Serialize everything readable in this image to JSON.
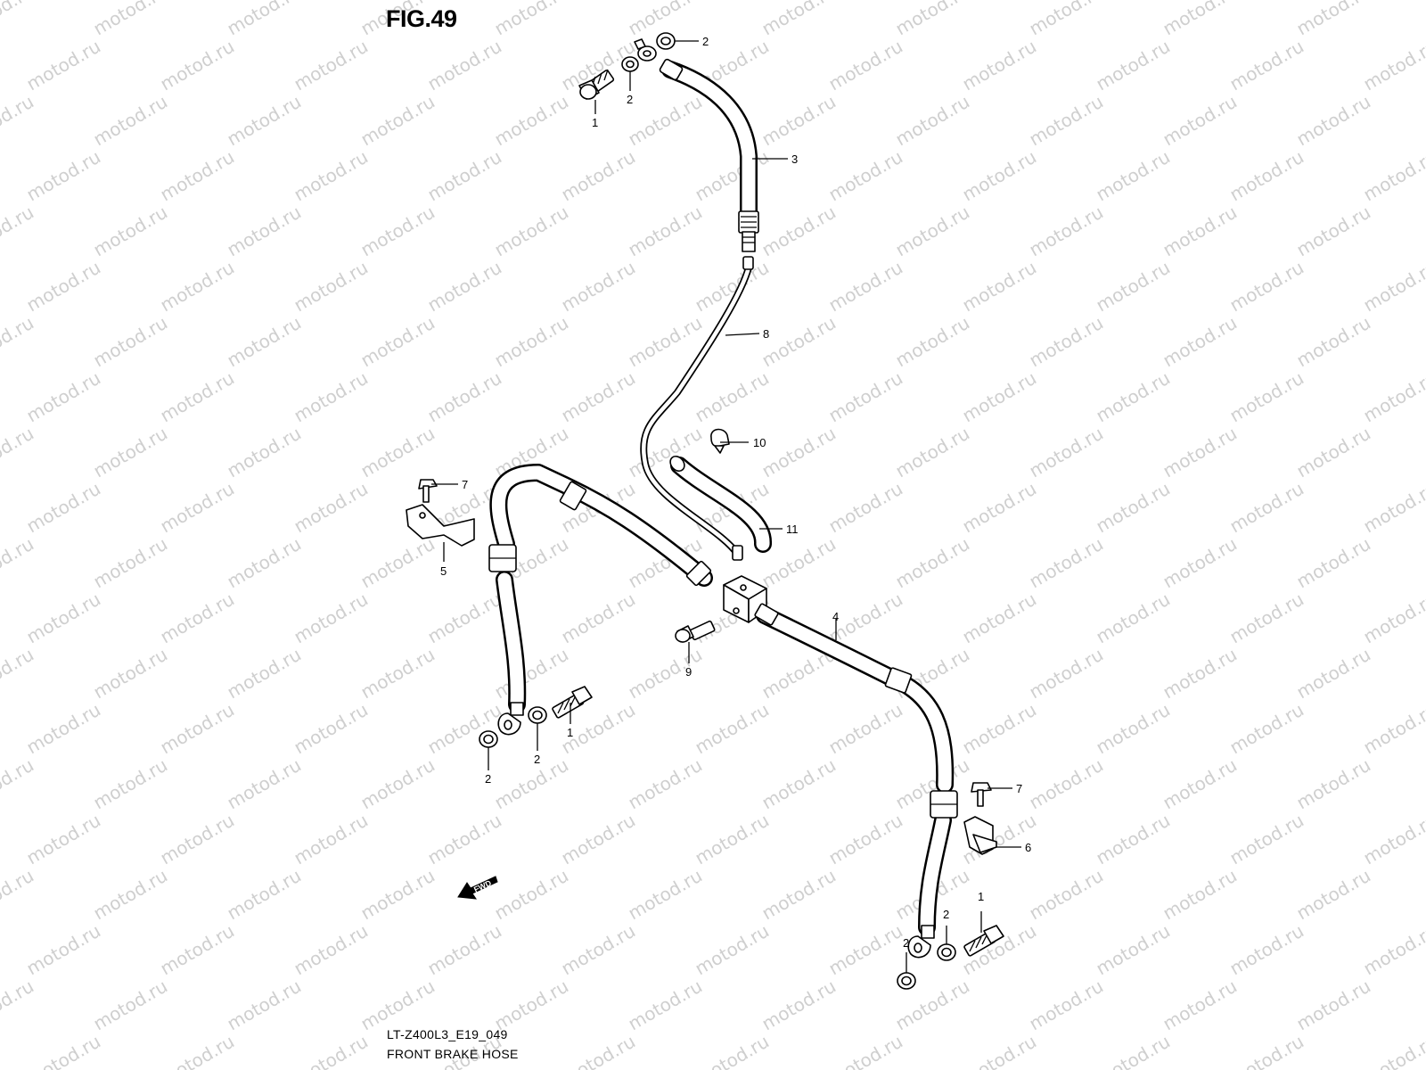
{
  "figure": {
    "title": "FIG.49",
    "code": "LT-Z400L3_E19_049",
    "name": "FRONT BRAKE HOSE"
  },
  "watermark": "motod.ru",
  "fwd_label": "FWD",
  "callouts": [
    "1",
    "2",
    "3",
    "4",
    "5",
    "6",
    "7",
    "8",
    "9",
    "10",
    "11"
  ],
  "colors": {
    "line": "#000000",
    "watermark": "#cfcfcf",
    "background": "#ffffff"
  }
}
